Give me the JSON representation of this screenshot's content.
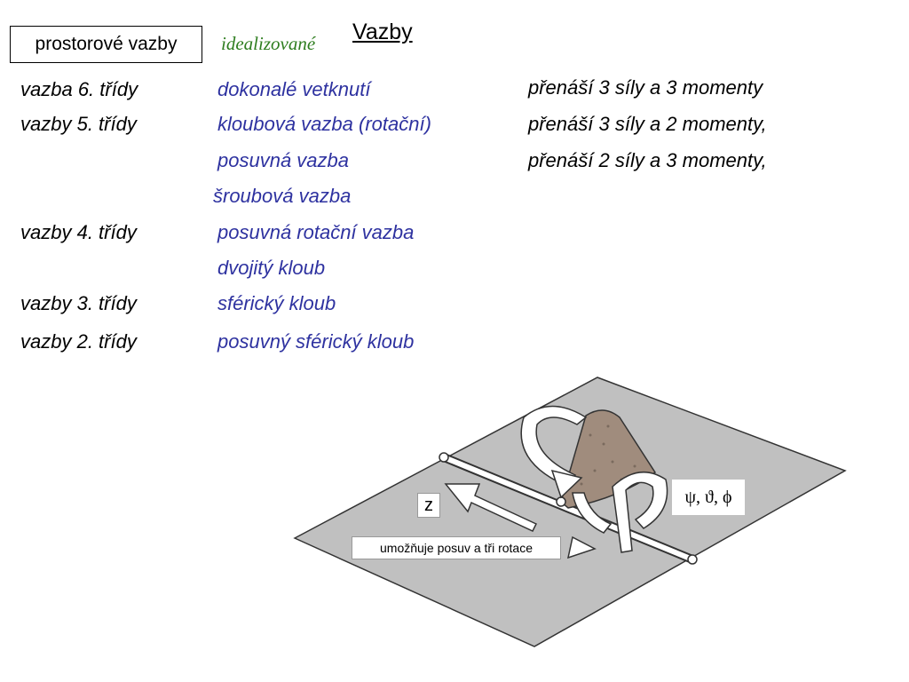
{
  "header": {
    "box_label": "prostorové vazby",
    "subtitle": "idealizované",
    "title": "Vazby"
  },
  "rows": [
    {
      "cls": "vazba 6. třídy",
      "type": "dokonalé vetknutí",
      "desc": "přenáší 3 síly a 3 momenty"
    },
    {
      "cls": "vazby 5. třídy",
      "type": "kloubová vazba (rotační)",
      "desc": "přenáší 3 síly a 2 momenty,"
    },
    {
      "cls": "",
      "type": "posuvná vazba",
      "desc": "přenáší 2 síly a 3 momenty,"
    },
    {
      "cls": "",
      "type": "šroubová vazba",
      "desc": ""
    },
    {
      "cls": "vazby 4. třídy",
      "type": "posuvná rotační vazba",
      "desc": ""
    },
    {
      "cls": "",
      "type": "dvojitý kloub",
      "desc": ""
    },
    {
      "cls": "vazby 3. třídy",
      "type": "sférický kloub",
      "desc": ""
    },
    {
      "cls": "vazby 2. třídy",
      "type": "posuvný sférický kloub",
      "desc": ""
    }
  ],
  "figure": {
    "axis_label": "z",
    "caption": "umožňuje posuv a tři rotace",
    "angles": "ψ, ϑ, ϕ",
    "colors": {
      "plane": "#c0c0c0",
      "body": "#a08c7d",
      "arrow": "#ffffff"
    }
  }
}
